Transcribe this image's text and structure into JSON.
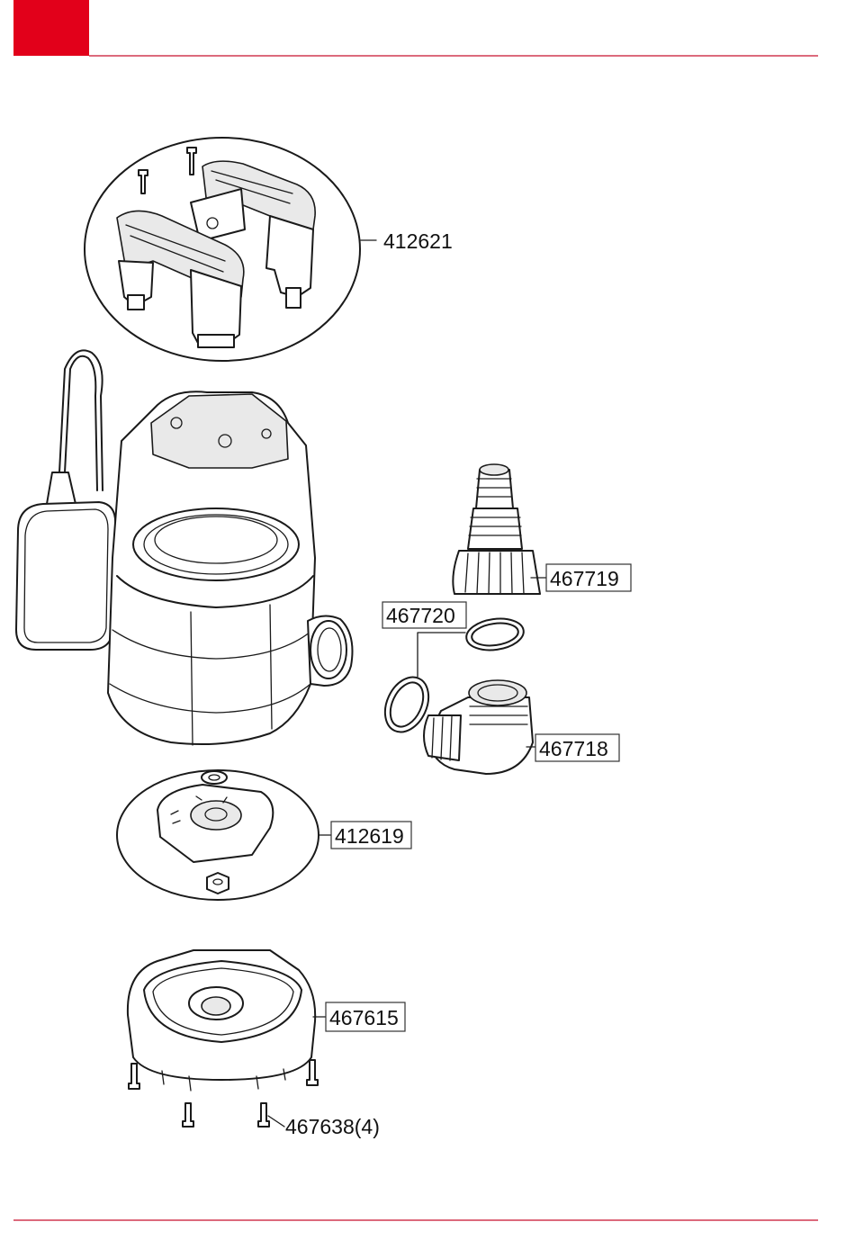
{
  "header": {
    "accent_color": "#e2001a",
    "rule_color": "#c8102e"
  },
  "footer": {
    "rule_color": "#c8102e"
  },
  "parts": [
    {
      "id": "handle-assembly",
      "number": "412621",
      "boxed": false
    },
    {
      "id": "hose-connector",
      "number": "467719",
      "boxed": true
    },
    {
      "id": "o-ring",
      "number": "467720",
      "boxed": true
    },
    {
      "id": "elbow-connector",
      "number": "467718",
      "boxed": true
    },
    {
      "id": "impeller-kit",
      "number": "412619",
      "boxed": true
    },
    {
      "id": "base-plate",
      "number": "467615",
      "boxed": true
    },
    {
      "id": "screws",
      "number": "467638(4)",
      "boxed": false
    }
  ]
}
